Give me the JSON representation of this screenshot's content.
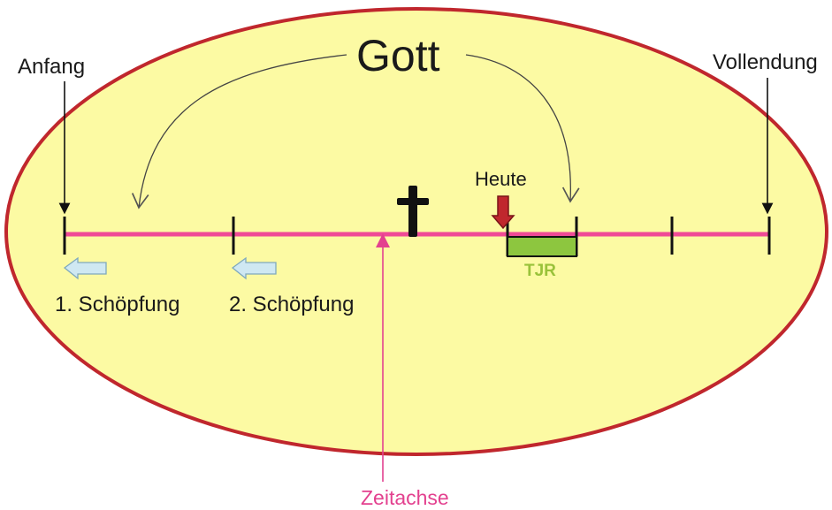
{
  "title": "Gott",
  "labels": {
    "start": "Anfang",
    "end": "Vollendung",
    "today": "Heute",
    "tjr": "TJR",
    "creation1": "1. Schöpfung",
    "creation2": "2. Schöpfung",
    "time_axis": "Zeitachse"
  },
  "colors": {
    "ellipse_fill": "#fcfaa3",
    "ellipse_border": "#c0272d",
    "timeline": "#ef4a96",
    "today_arrow": "#c0272d",
    "tjr_block": "#8dc63f",
    "back_arrows": "#cfe8f2",
    "zeitachse": "#e3418f"
  },
  "icons": [
    "cross-icon",
    "red-down-arrow-icon",
    "left-arrow-icon"
  ]
}
